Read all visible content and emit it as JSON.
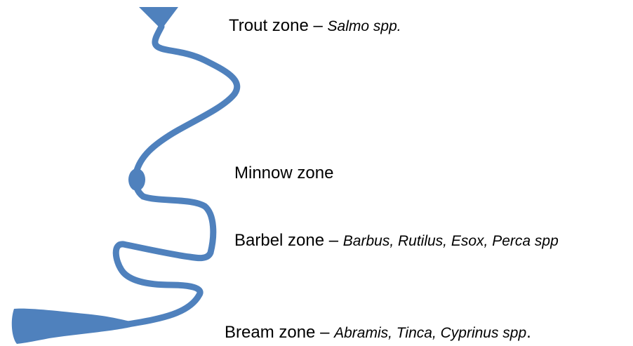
{
  "colors": {
    "river": "#4f81bd",
    "text": "#000000",
    "background": "#ffffff"
  },
  "zones": {
    "trout": {
      "name": "Trout zone – ",
      "species": "Salmo spp.",
      "suffix": ""
    },
    "minnow": {
      "name": "Minnow zone",
      "species": "",
      "suffix": ""
    },
    "barbel": {
      "name": "Barbel zone – ",
      "species": "Barbus, Rutilus, Esox, Perca spp",
      "suffix": ""
    },
    "bream": {
      "name": "Bream zone – ",
      "species": "Abramis, Tinca, Cyprinus spp",
      "suffix": "."
    }
  }
}
